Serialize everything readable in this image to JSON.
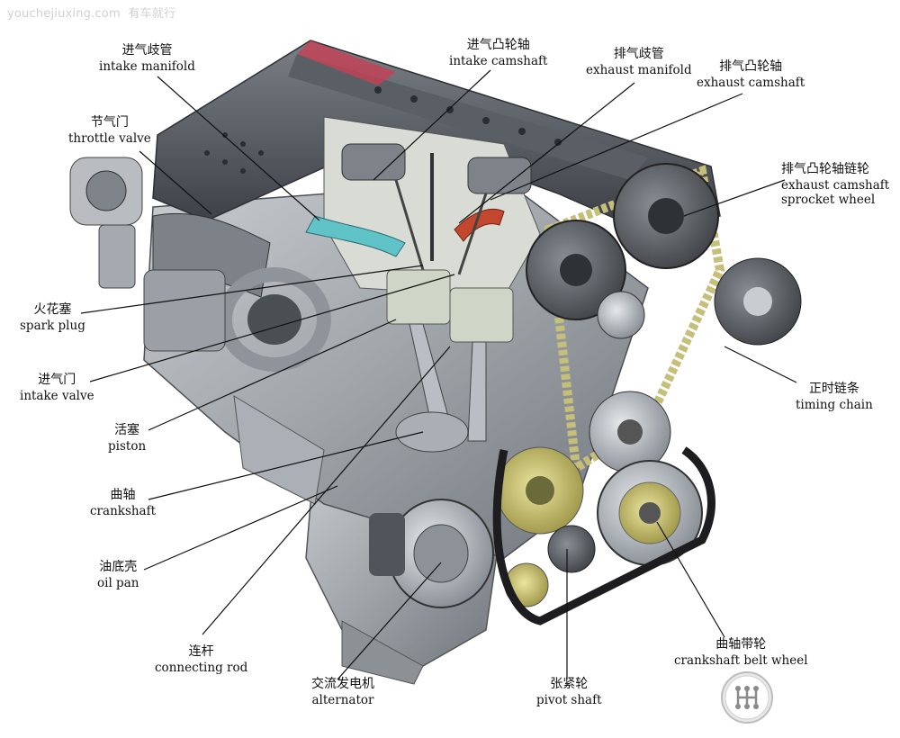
{
  "watermark": {
    "site": "youchejiuxing.com",
    "brand": "有车就行"
  },
  "labels": {
    "intake_manifold": {
      "zh": "进气歧管",
      "en": "intake manifold"
    },
    "throttle_valve": {
      "zh": "节气门",
      "en": "throttle valve"
    },
    "intake_camshaft": {
      "zh": "进气凸轮轴",
      "en": "intake camshaft"
    },
    "exhaust_manifold": {
      "zh": "排气歧管",
      "en": "exhaust manifold"
    },
    "exhaust_camshaft": {
      "zh": "排气凸轮轴",
      "en": "exhaust camshaft"
    },
    "exhaust_sprocket": {
      "zh": "排气凸轮轴链轮",
      "en": "exhaust camshaft",
      "en2": "sprocket wheel"
    },
    "spark_plug": {
      "zh": "火花塞",
      "en": "spark plug"
    },
    "intake_valve": {
      "zh": "进气门",
      "en": "intake valve"
    },
    "timing_chain": {
      "zh": "正时链条",
      "en": "timing chain"
    },
    "piston": {
      "zh": "活塞",
      "en": "piston"
    },
    "crankshaft": {
      "zh": "曲轴",
      "en": "crankshaft"
    },
    "oil_pan": {
      "zh": "油底壳",
      "en": "oil pan"
    },
    "connecting_rod": {
      "zh": "连杆",
      "en": "connecting rod"
    },
    "alternator": {
      "zh": "交流发电机",
      "en": "alternator"
    },
    "pivot_shaft": {
      "zh": "张紧轮",
      "en": "pivot shaft"
    },
    "crankshaft_belt_wheel": {
      "zh": "曲轴带轮",
      "en": "crankshaft belt wheel"
    }
  },
  "colors": {
    "engine_block": "#9ea3a8",
    "cover": "#4b4f55",
    "belt": "#1d1d1f",
    "intake_runner": "#5fc3c8",
    "exhaust_runner": "#c2472e",
    "piston": "#cfd6c8",
    "pulley_gold": "#c8c06a"
  },
  "icons": {
    "badge": "gear-shift-icon"
  }
}
